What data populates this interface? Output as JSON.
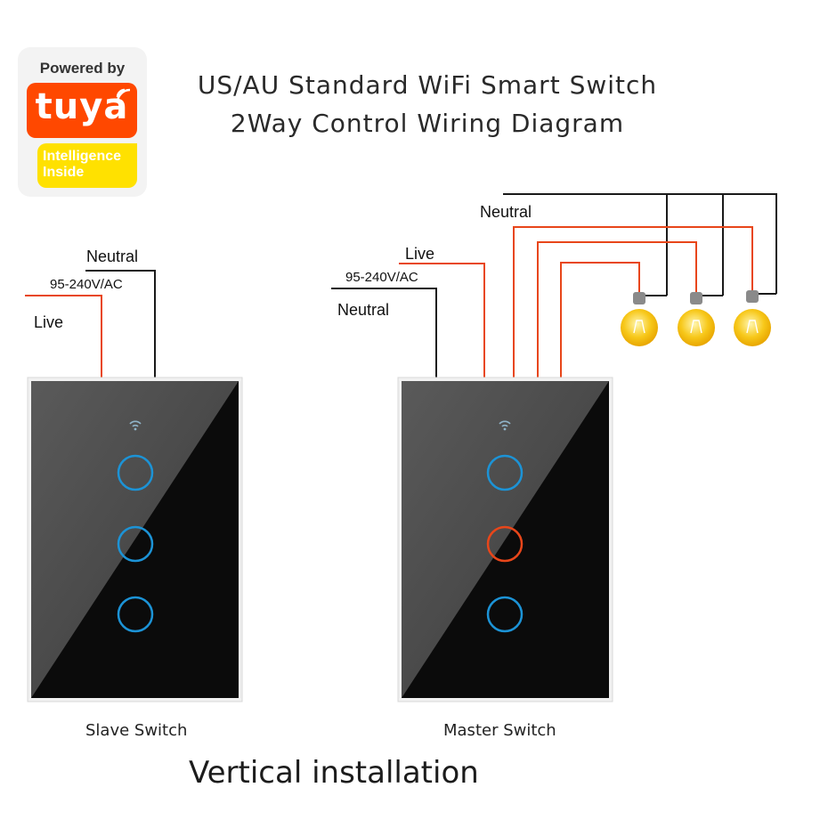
{
  "badge": {
    "powered_by": "Powered by",
    "brand": "tuya",
    "tagline_line1": "Intelligence",
    "tagline_line2": "Inside"
  },
  "title": {
    "line1": "US/AU Standard WiFi  Smart Switch",
    "line2": "2Way Control Wiring Diagram"
  },
  "slave": {
    "neutral_label": "Neutral",
    "voltage_label": "95-240V/AC",
    "live_label": "Live",
    "caption": "Slave Switch"
  },
  "master": {
    "neutral_top_label": "Neutral",
    "live_label": "Live",
    "voltage_label": "95-240V/AC",
    "neutral_label": "Neutral",
    "caption": "Master Switch"
  },
  "footer": "Vertical installation",
  "colors": {
    "live_wire": "#e8461a",
    "neutral_wire": "#1a1a1a",
    "touch_ring": "#1c93d6",
    "active_ring": "#e8461a",
    "bulb": "#f5c518",
    "panel": "#0b0b0b",
    "brand": "#ff4800",
    "badge_tag": "#ffe100"
  },
  "icons": [
    "wifi-icon",
    "light-bulb-icon",
    "touch-button-icon"
  ]
}
